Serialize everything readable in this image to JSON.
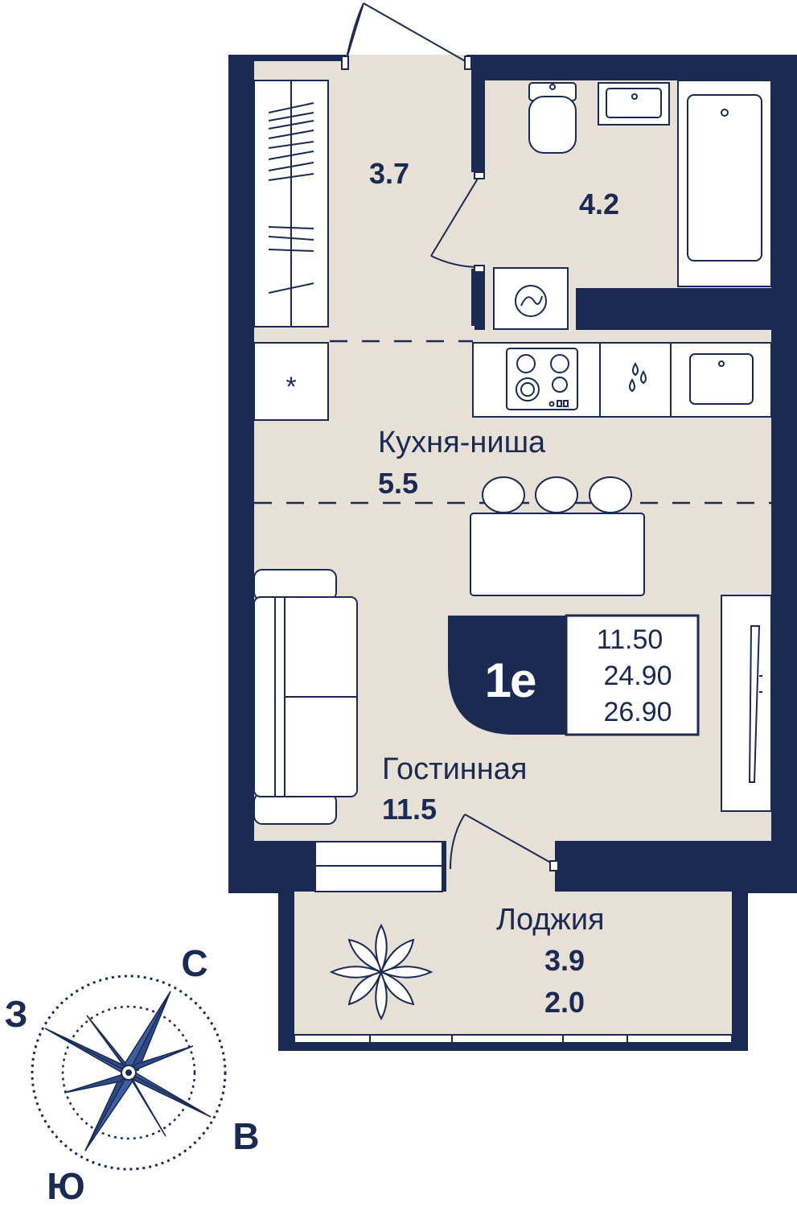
{
  "colors": {
    "wall": "#1b2a52",
    "floor": "#e6e0d7",
    "white": "#ffffff",
    "line": "#1b2a52"
  },
  "rooms": {
    "hall": {
      "area": "3.7"
    },
    "bathroom": {
      "area": "4.2"
    },
    "kitchen": {
      "name": "Кухня-ниша",
      "area": "5.5"
    },
    "living": {
      "name": "Гостинная",
      "area": "11.5"
    },
    "loggia": {
      "name": "Лоджия",
      "area1": "3.9",
      "area2": "2.0"
    }
  },
  "badge": {
    "code": "1е",
    "values": [
      "11.50",
      "24.90",
      "26.90"
    ]
  },
  "compass": {
    "north": "С",
    "west": "З",
    "east": "В",
    "south": "Ю"
  },
  "icons": {
    "star": "*"
  }
}
